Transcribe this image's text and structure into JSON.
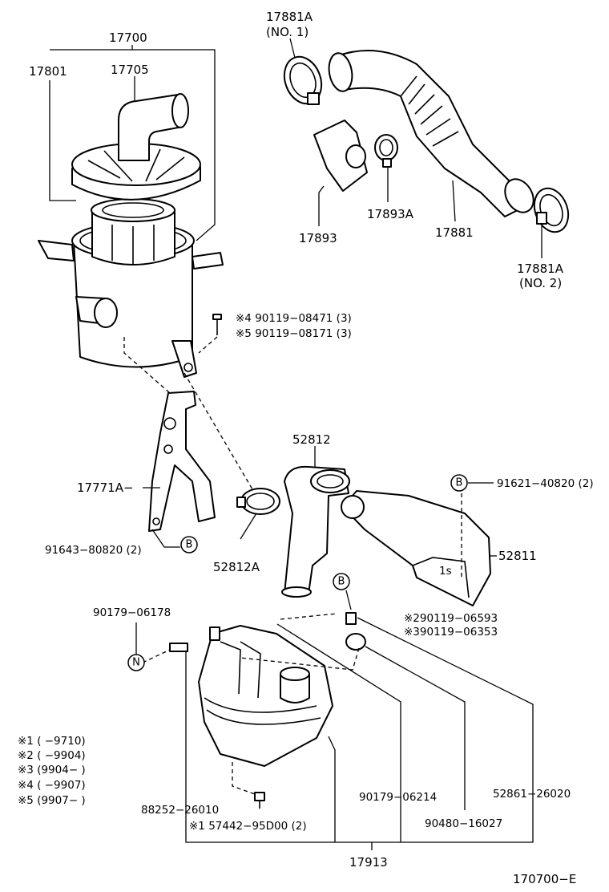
{
  "labels": {
    "p17881A_top": "17881A",
    "p17881A_top_no": "(NO. 1)",
    "p17700": "17700",
    "p17801": "17801",
    "p17705": "17705",
    "p17893": "17893",
    "p17893A": "17893A",
    "p17881": "17881",
    "p17881A_bot": "17881A",
    "p17881A_bot_no": "(NO. 2)",
    "bolt4": "※4 90119−08471 (3)",
    "bolt5": "※5 90119−08171 (3)",
    "p52812": "52812",
    "p91621": "91621−40820 (2)",
    "p17771A": "17771A−",
    "p52811": "52811",
    "p91643": "91643−80820 (2)",
    "p52812A": "52812A",
    "p90179_06178": "90179−06178",
    "p90119_06593": "※290119−06593",
    "p90119_06353": "※390119−06353",
    "n1": "※1 (       −9710)",
    "n2": "※2 (       −9904)",
    "n3": "※3 (9904−       )",
    "n4": "※4 (       −9907)",
    "n5": "※5 (9907−       )",
    "p88252": "88252−26010",
    "p57442": "※1 57442−95D00 (2)",
    "p90179_06214": "90179−06214",
    "p52861": "52861−26020",
    "p90480": "90480−16027",
    "p17913": "17913",
    "figure_code": "170700−E"
  },
  "callouts": {
    "b": "B",
    "n": "N"
  }
}
